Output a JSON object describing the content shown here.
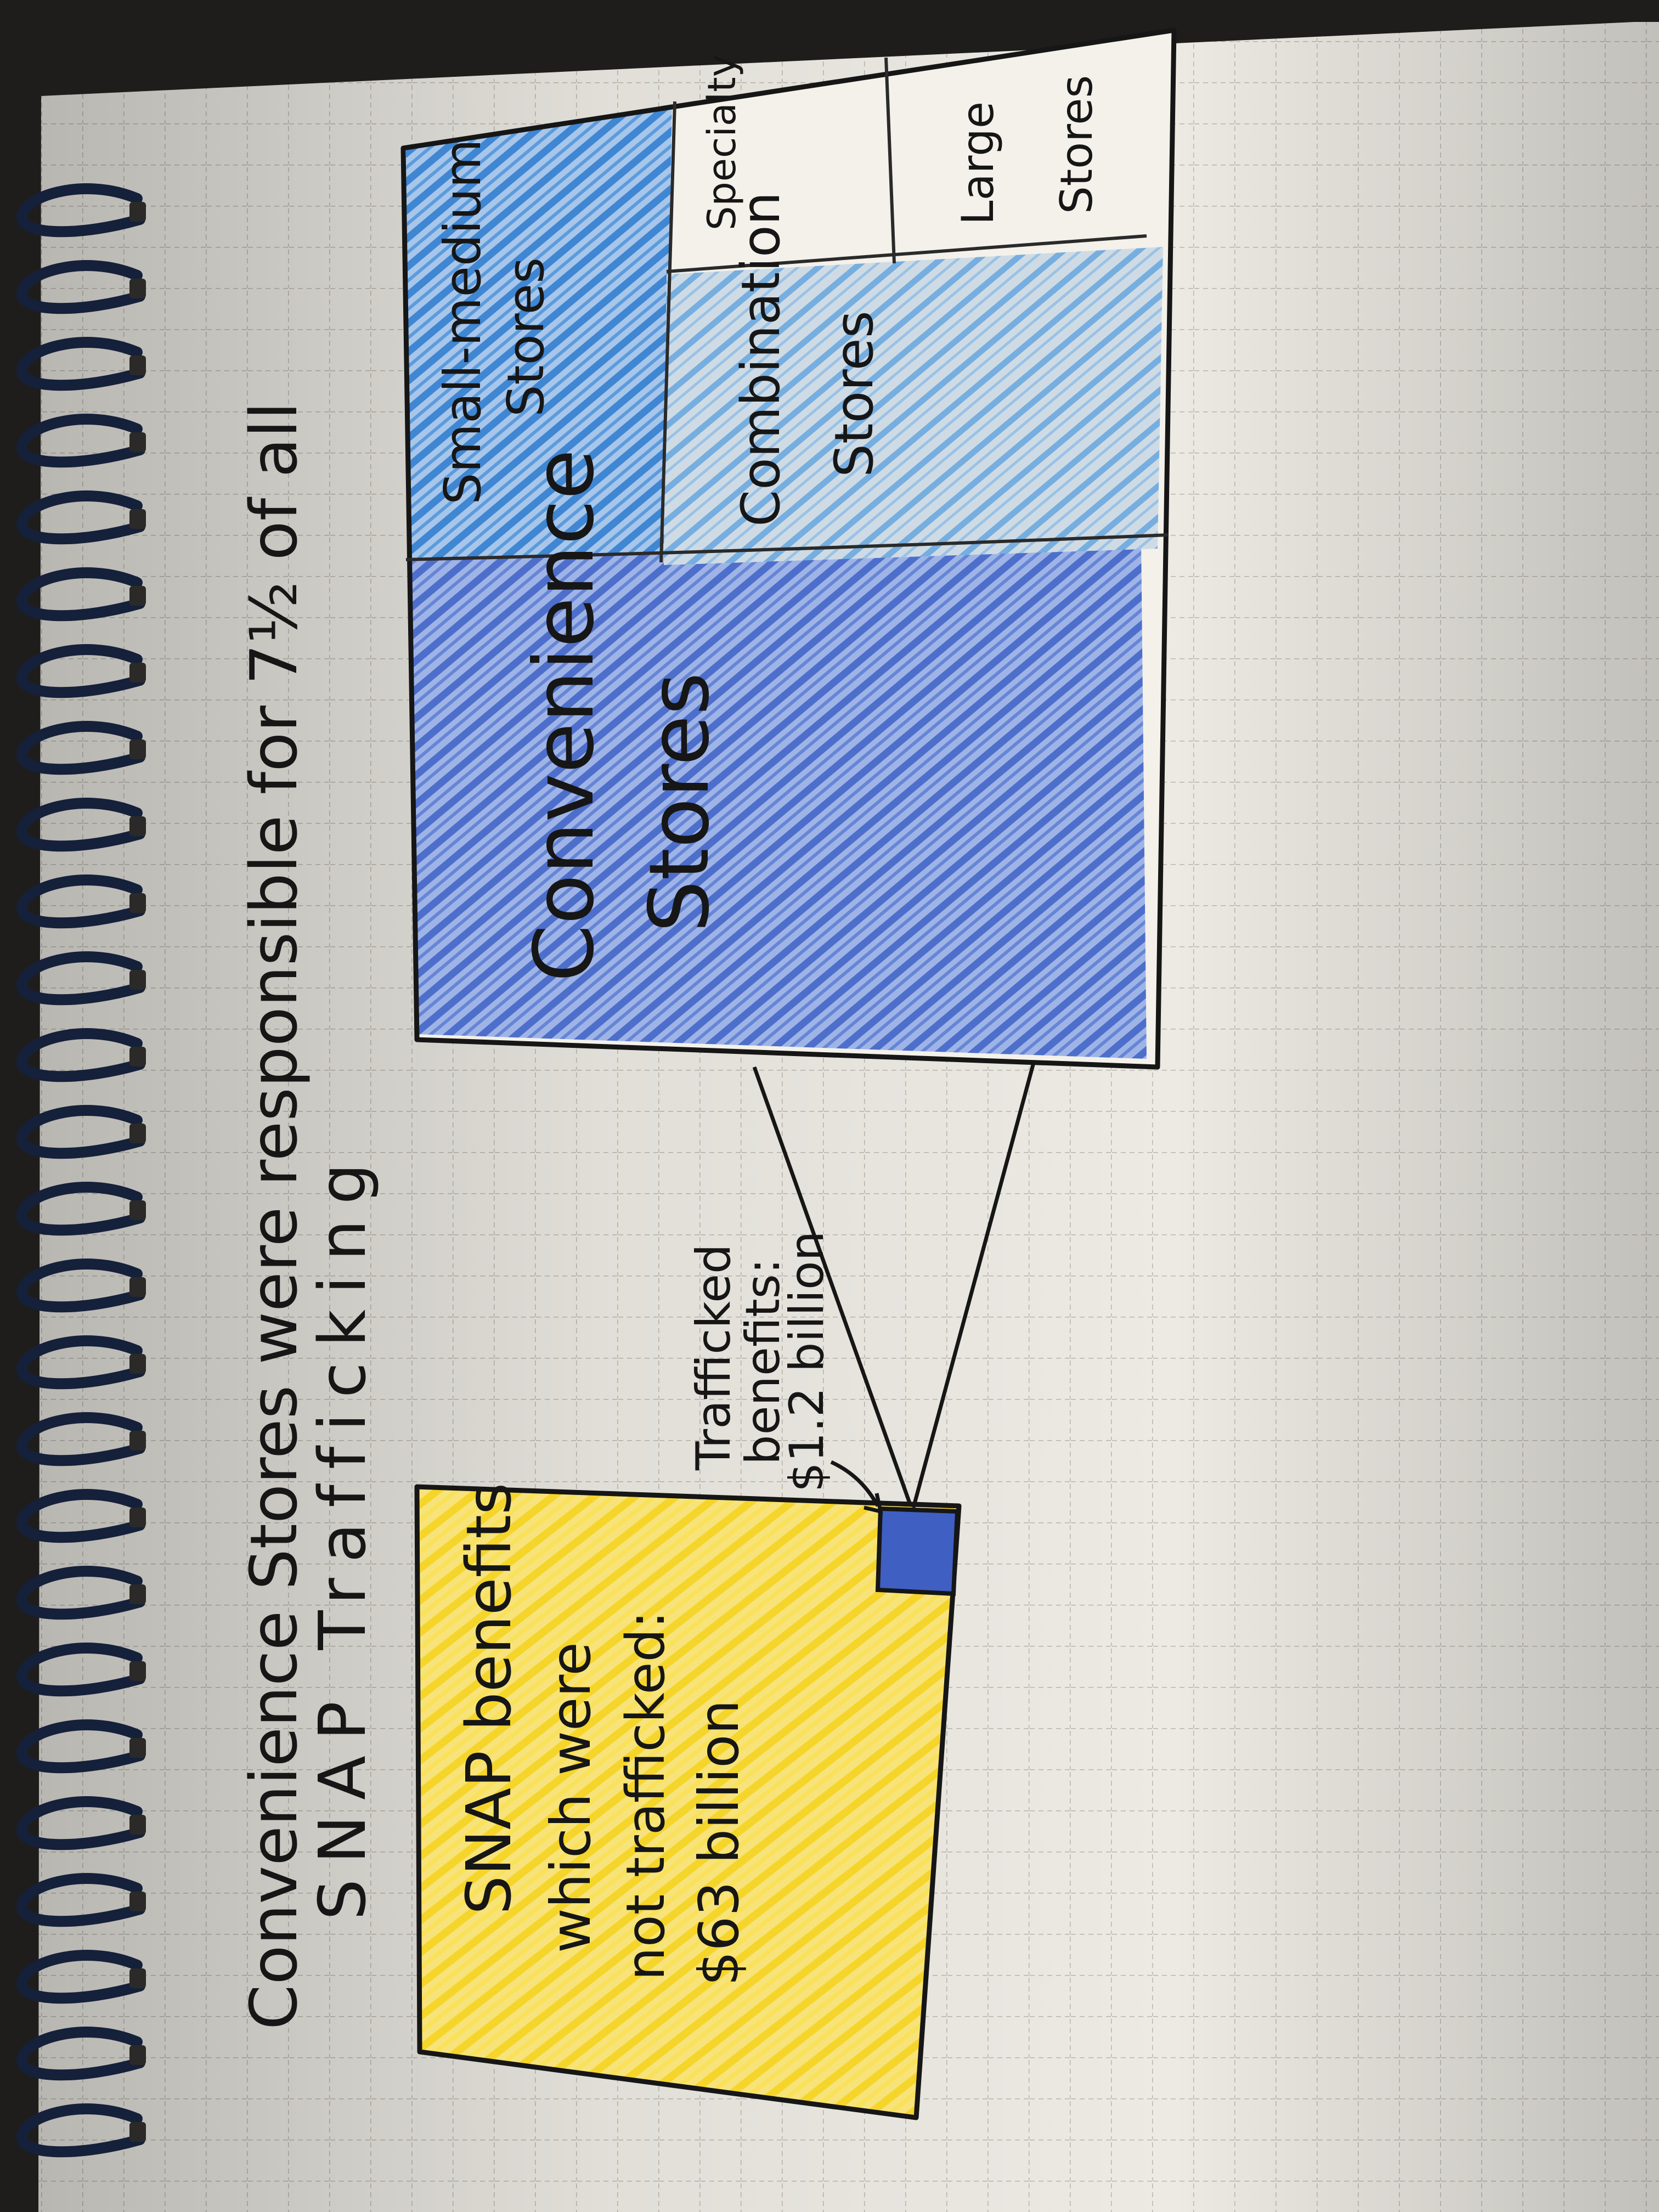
{
  "title": {
    "line1": "Convenience Stores were responsible for 7½ of all",
    "line2": "SNAP Trafficking"
  },
  "snap_box": {
    "lines": [
      "SNAP benefits",
      "which were",
      "not trafficked:",
      "$63 billion"
    ]
  },
  "trafficked_label": {
    "lines": [
      "Trafficked",
      "benefits:",
      "$1.2 billion"
    ]
  },
  "breakdown": {
    "convenience": [
      "Convenience",
      "Stores"
    ],
    "small_medium": [
      "Small-medium",
      "Stores"
    ],
    "combination": [
      "Combination",
      "Stores"
    ],
    "specialty": "Specialty",
    "large": [
      "Large",
      "Stores"
    ]
  },
  "colors": {
    "paper": "#eceae3",
    "grid": "#b9b6ae",
    "ink": "#161616",
    "yellow": "#f7dc47",
    "blue_dark": "#4d6fcb",
    "blue_medium": "#3f86d3",
    "blue_light": "#76aee0",
    "blue_small_box": "#3f5fc2",
    "spiral": "#15203a"
  }
}
